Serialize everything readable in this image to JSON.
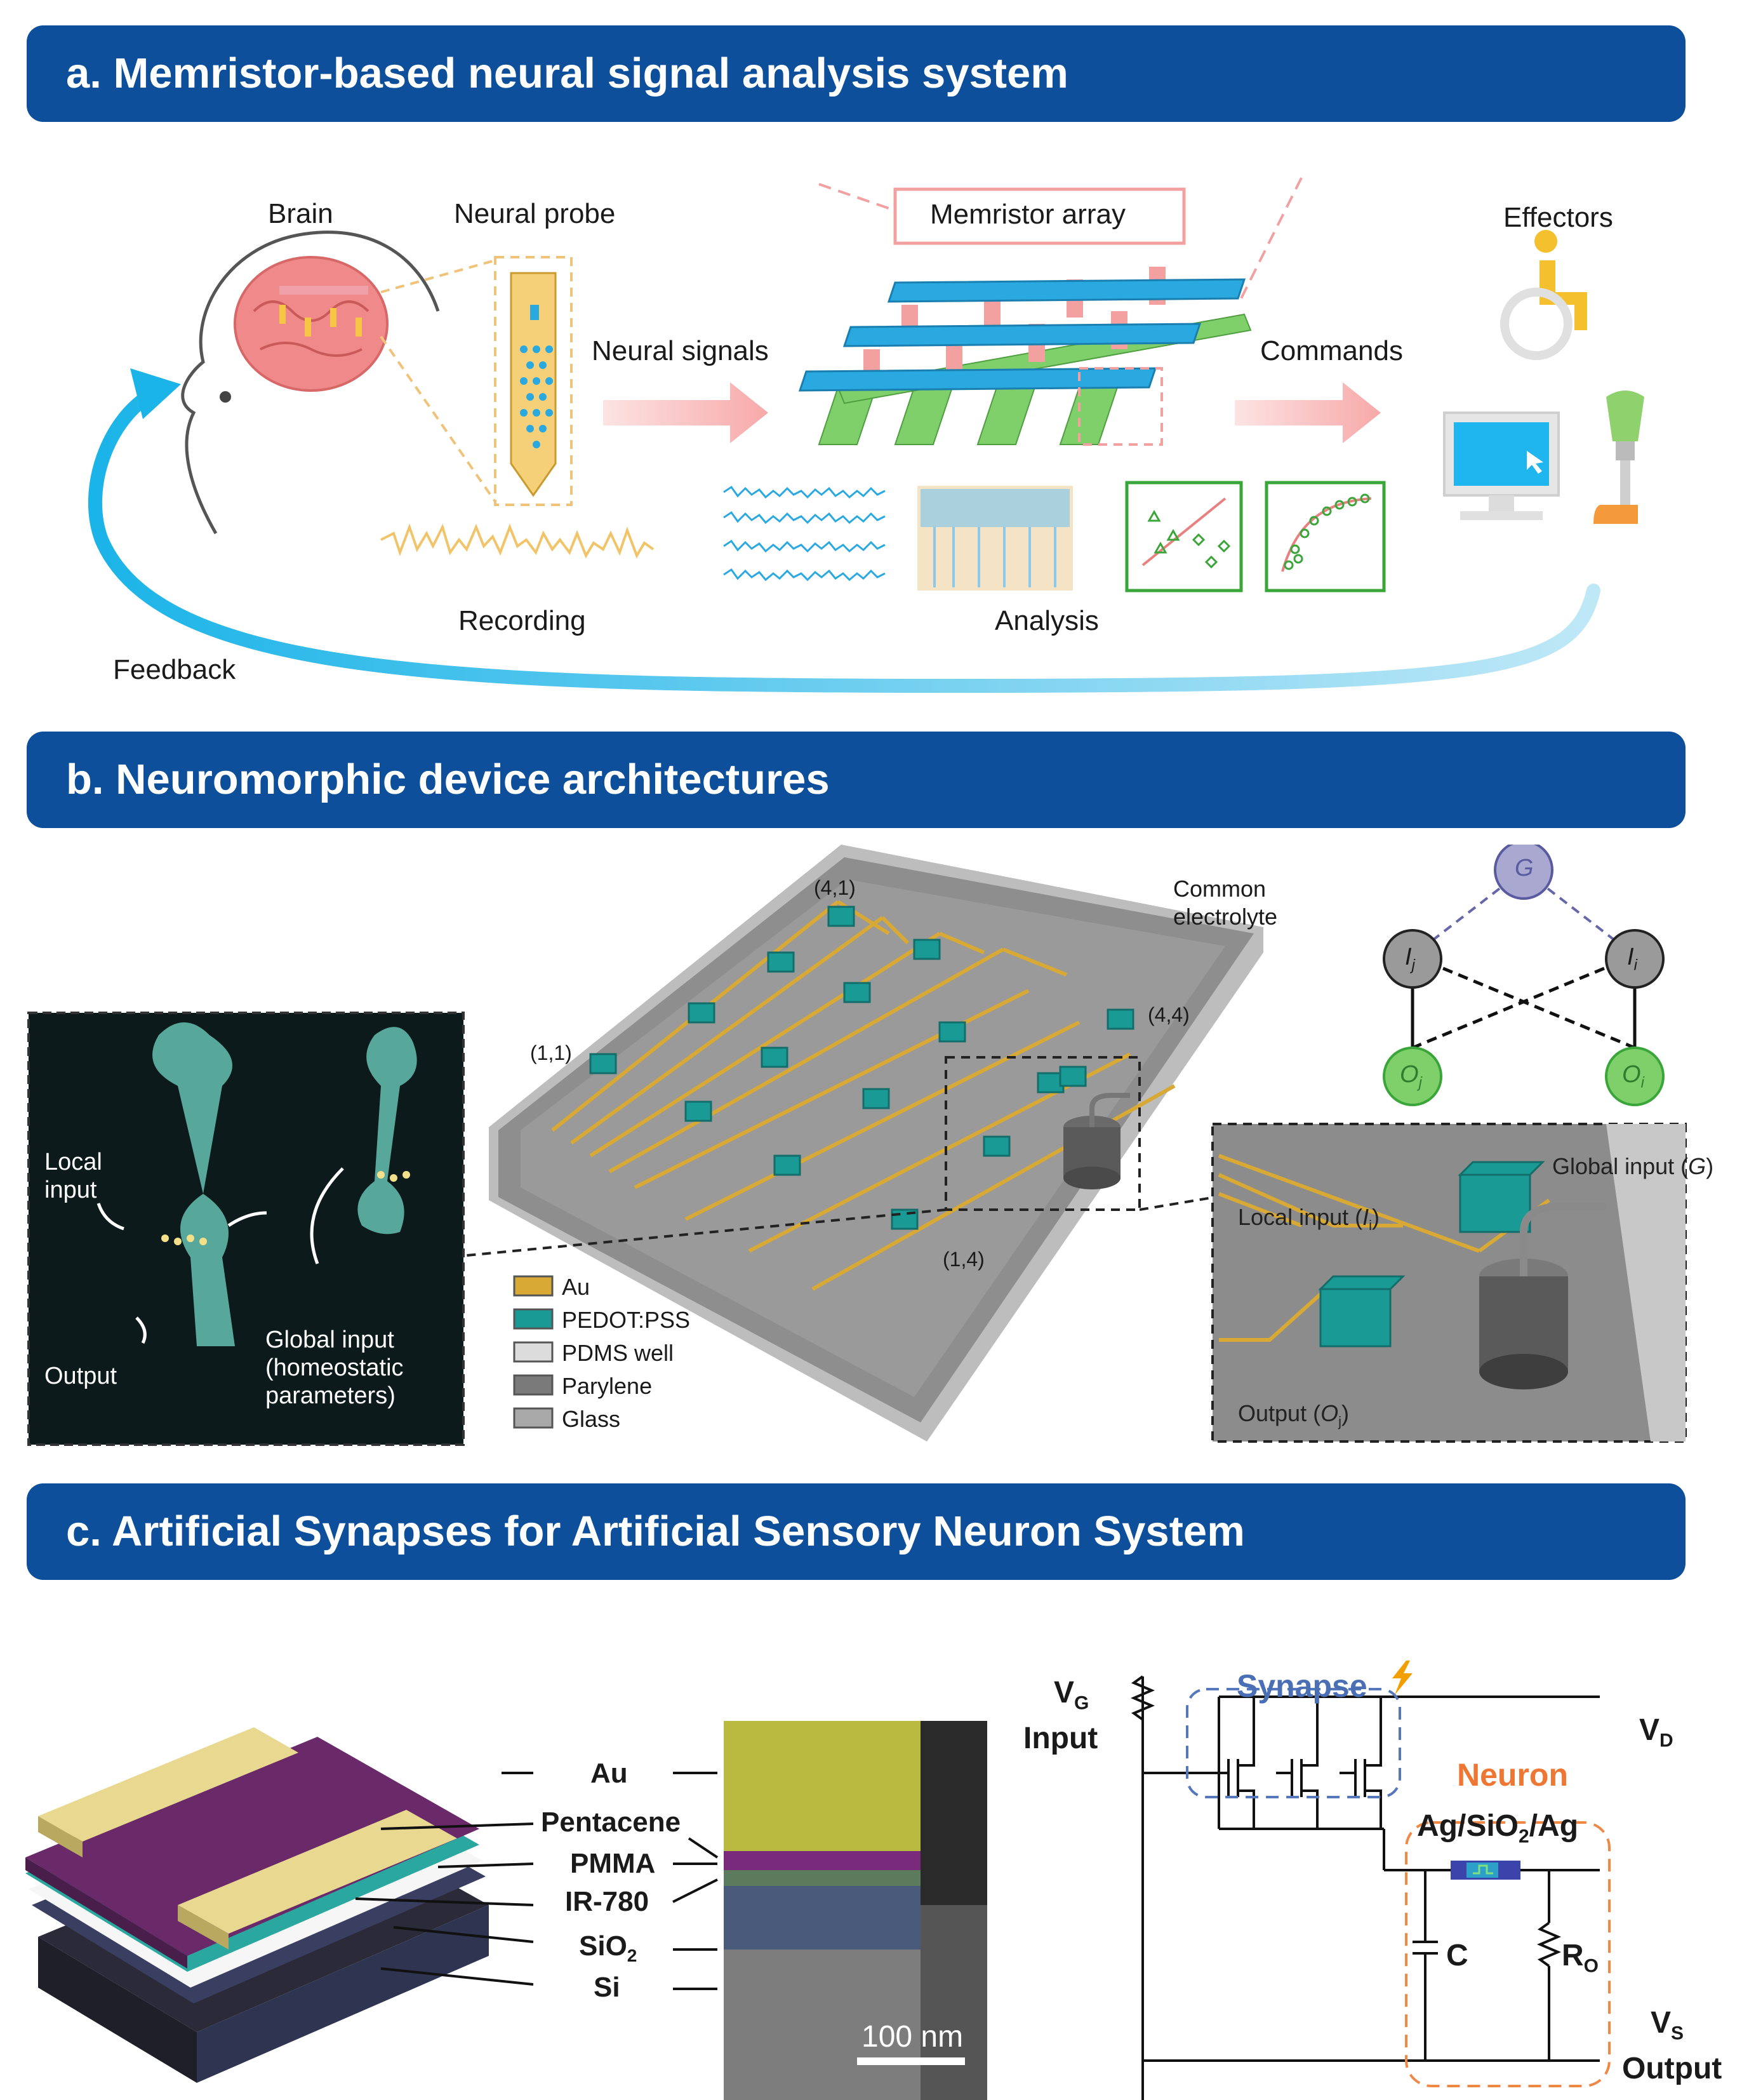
{
  "panel_a": {
    "title": "a. Memristor-based neural signal analysis system",
    "brain": "Brain",
    "probe": "Neural probe",
    "array": "Memristor array",
    "effectors": "Effectors",
    "signals": "Neural signals",
    "commands": "Commands",
    "recording": "Recording",
    "analysis": "Analysis",
    "feedback": "Feedback",
    "colors": {
      "banner": "#0d4f9a",
      "feedback_arrow": "#1bb4e8",
      "brain": "#f08a8a",
      "top_bar": "#29a9e0",
      "bottom_bar": "#7fcf6b",
      "pillar": "#f2a0a0"
    }
  },
  "panel_b": {
    "title": "b. Neuromorphic device architectures",
    "local_input": "Local input",
    "global_input": "Global input (homeostatic parameters)",
    "output": "Output",
    "common_electrolyte": "Common electrolyte",
    "coords": [
      "(4,1)",
      "(4,4)",
      "(1,1)",
      "(1,4)"
    ],
    "legend": [
      {
        "label": "Au",
        "color": "#d8a935"
      },
      {
        "label": "PEDOT:PSS",
        "color": "#1a9a95"
      },
      {
        "label": "PDMS well",
        "color": "#dcdcdc"
      },
      {
        "label": "Parylene",
        "color": "#7a7a7a"
      },
      {
        "label": "Glass",
        "color": "#a8a8a8"
      }
    ],
    "graph": {
      "g": "G",
      "ij": "I",
      "ij_sub": "j",
      "ii": "I",
      "ii_sub": "i",
      "oj": "O",
      "oj_sub": "j",
      "oi": "O",
      "oi_sub": "i"
    },
    "zoom": {
      "global_input": "Global input (",
      "global_g": "G",
      "local_input": "Local input (",
      "local_i": "I",
      "local_sub": "i",
      "output": "Output (",
      "output_o": "O",
      "output_sub": "j"
    }
  },
  "panel_c": {
    "title": "c. Artificial Synapses for Artificial Sensory Neuron System",
    "layers": [
      "Au",
      "Pentacene",
      "PMMA",
      "IR-780",
      "SiO",
      "Si"
    ],
    "sio2_sub": "2",
    "scale_bar": "100 nm",
    "circuit": {
      "vg": "V",
      "vg_sub": "G",
      "input": "Input",
      "vd": "V",
      "vd_sub": "D",
      "synapse": "Synapse",
      "neuron": "Neuron",
      "device": "Ag/SiO",
      "device_sub": "2",
      "device_end": "/Ag",
      "c": "C",
      "ro": "R",
      "ro_sub": "O",
      "vs": "V",
      "vs_sub": "S",
      "output": "Output"
    }
  }
}
